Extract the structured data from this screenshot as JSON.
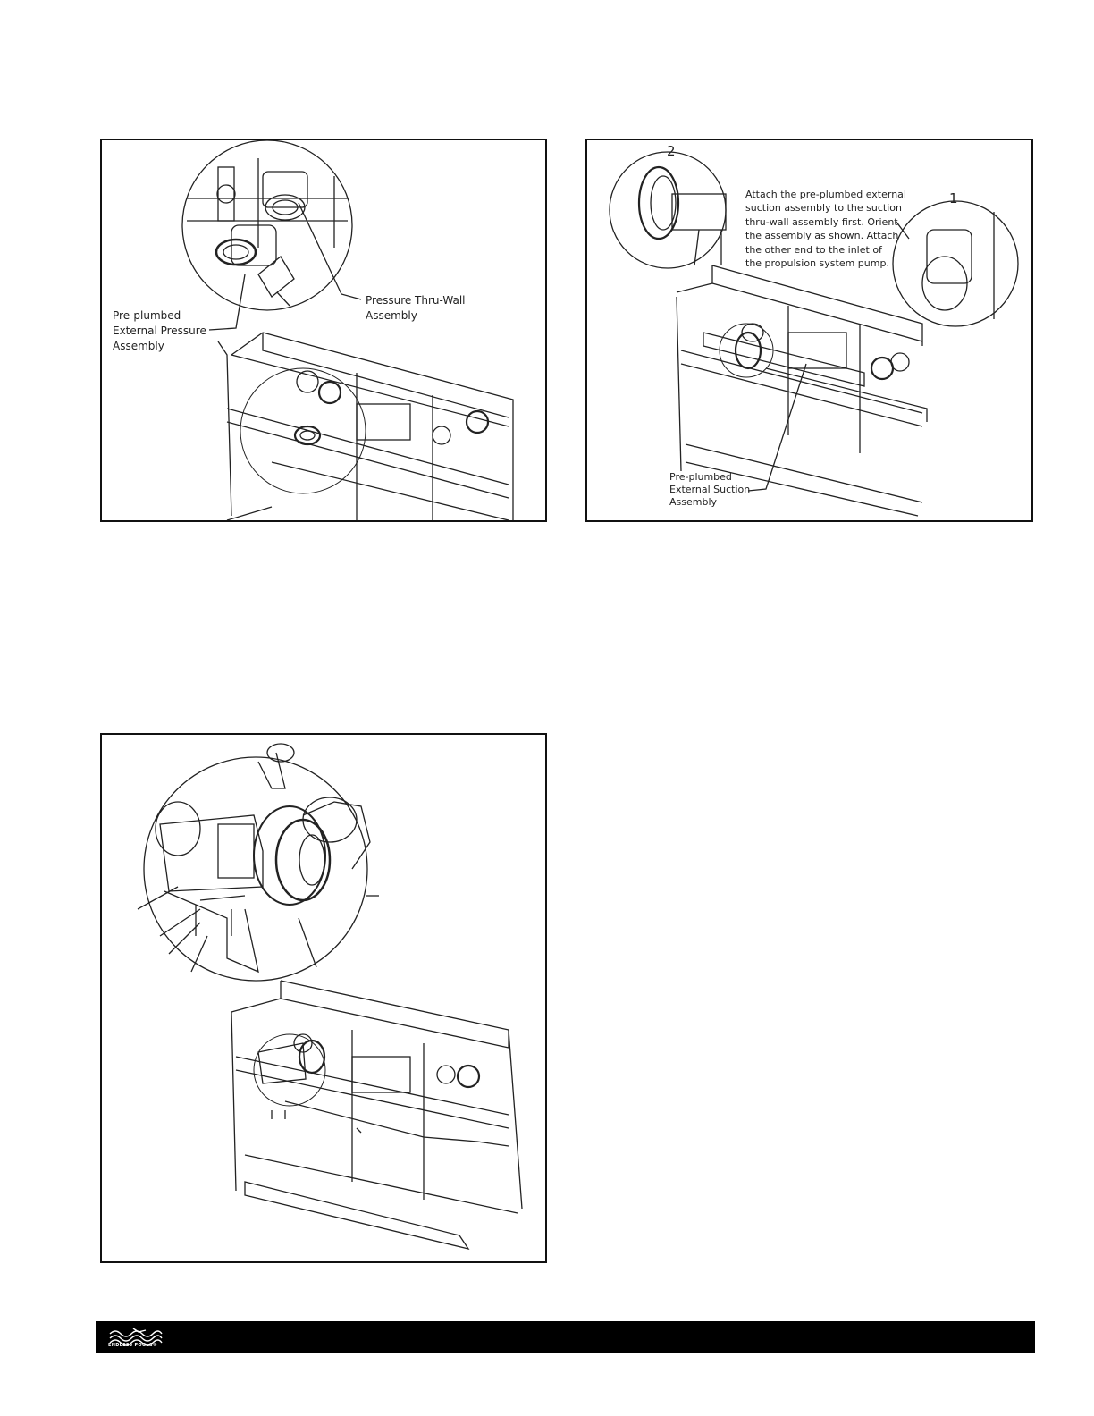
{
  "figure1": {
    "callout_external": "Pre-plumbed\nExternal Pressure\nAssembly",
    "callout_thruwall": "Pressure Thru-Wall\nAssembly"
  },
  "figure2": {
    "number_two": "2",
    "number_one": "1",
    "instructions": "Attach the pre-plumbed external\nsuction assembly to the suction\nthru-wall assembly first. Orient\nthe assembly as shown. Attach\nthe other end to the inlet of\nthe propulsion system pump.",
    "callout_suction": "Pre-plumbed\nExternal Suction\nAssembly"
  },
  "footer": {
    "logo_text": "ENDLESS POOLS®",
    "background_color": "#000000"
  }
}
